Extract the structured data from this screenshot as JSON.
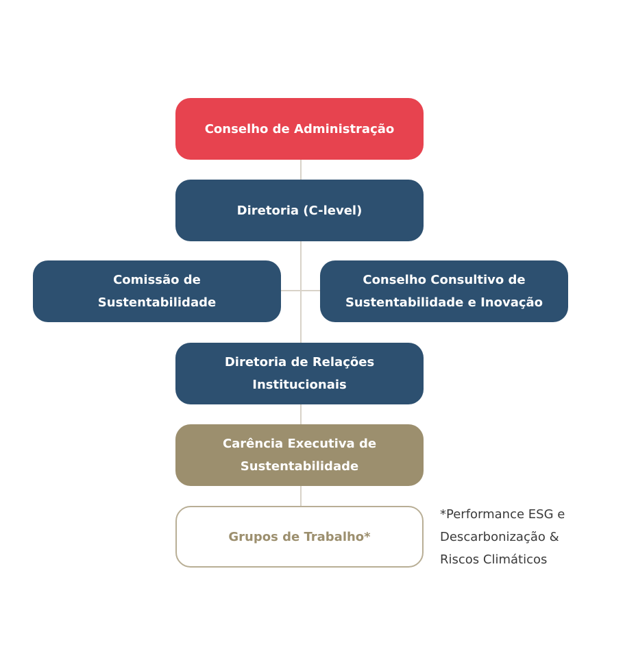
{
  "colors": {
    "board": "#e7434f",
    "executive": "#2d5070",
    "management": "#9c8f6e",
    "outline": "#b8ae95",
    "connector": "#d8d2c8"
  },
  "nodes": {
    "board": "Conselho de Administração",
    "executive": "Diretoria (C-level)",
    "sustainability_commission": "Comissão de\nSustentabilidade",
    "advisory_council": "Conselho Consultivo de\nSustentabilidade e Inovação",
    "institutional_relations": "Diretoria de Relações\nInstitucionais",
    "sustainability_management": "Carência Executiva de\nSustentabilidade",
    "working_groups": "Grupos de Trabalho*"
  },
  "footnote": "*Performance ESG e\nDescarbonização &\nRiscos Climáticos"
}
